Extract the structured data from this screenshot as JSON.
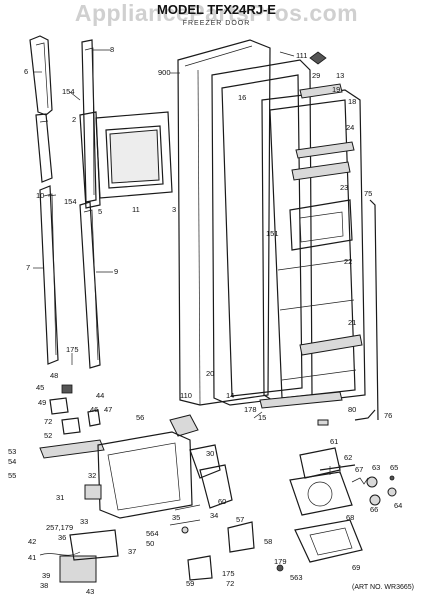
{
  "header": {
    "watermark": "AppliancePartsPros.com",
    "model_title": "MODEL TFX24RJ-E",
    "subtitle": "FREEZER DOOR"
  },
  "footer": {
    "art_number": "(ART NO. WR3665)"
  },
  "callouts": {
    "c6": "6",
    "c8": "8",
    "c900": "900",
    "c111": "111",
    "c29": "29",
    "c13": "13",
    "c16": "16",
    "c19": "19",
    "c18": "18",
    "c154a": "154",
    "c2": "2",
    "c11": "11",
    "c3": "3",
    "c5": "5",
    "c10": "10",
    "c154b": "154",
    "c24": "24",
    "c23": "23",
    "c75": "75",
    "c151": "151",
    "c22": "22",
    "c7": "7",
    "c9": "9",
    "c21": "21",
    "c175a": "175",
    "c20": "20",
    "c48": "48",
    "c110": "110",
    "c14": "14",
    "c178": "178",
    "c15": "15",
    "c80": "80",
    "c76": "76",
    "c45": "45",
    "c44": "44",
    "c49": "49",
    "c72a": "72",
    "c46": "46",
    "c47": "47",
    "c52": "52",
    "c56": "56",
    "c53": "53",
    "c54": "54",
    "c55": "55",
    "c32": "32",
    "c30": "30",
    "c61": "61",
    "c62": "62",
    "c67": "67",
    "c63": "63",
    "c65": "65",
    "c31": "31",
    "c60": "60",
    "c33": "33",
    "c66": "66",
    "c64": "64",
    "c68": "68",
    "c257": "257,179",
    "c35": "35",
    "c36": "36",
    "c564": "564",
    "c50": "50",
    "c34": "34",
    "c57": "57",
    "c58": "58",
    "c42": "42",
    "c37": "37",
    "c179": "179",
    "c563": "563",
    "c69": "69",
    "c41": "41",
    "c39": "39",
    "c59": "59",
    "c175b": "175",
    "c72b": "72",
    "c38": "38",
    "c43": "43"
  }
}
